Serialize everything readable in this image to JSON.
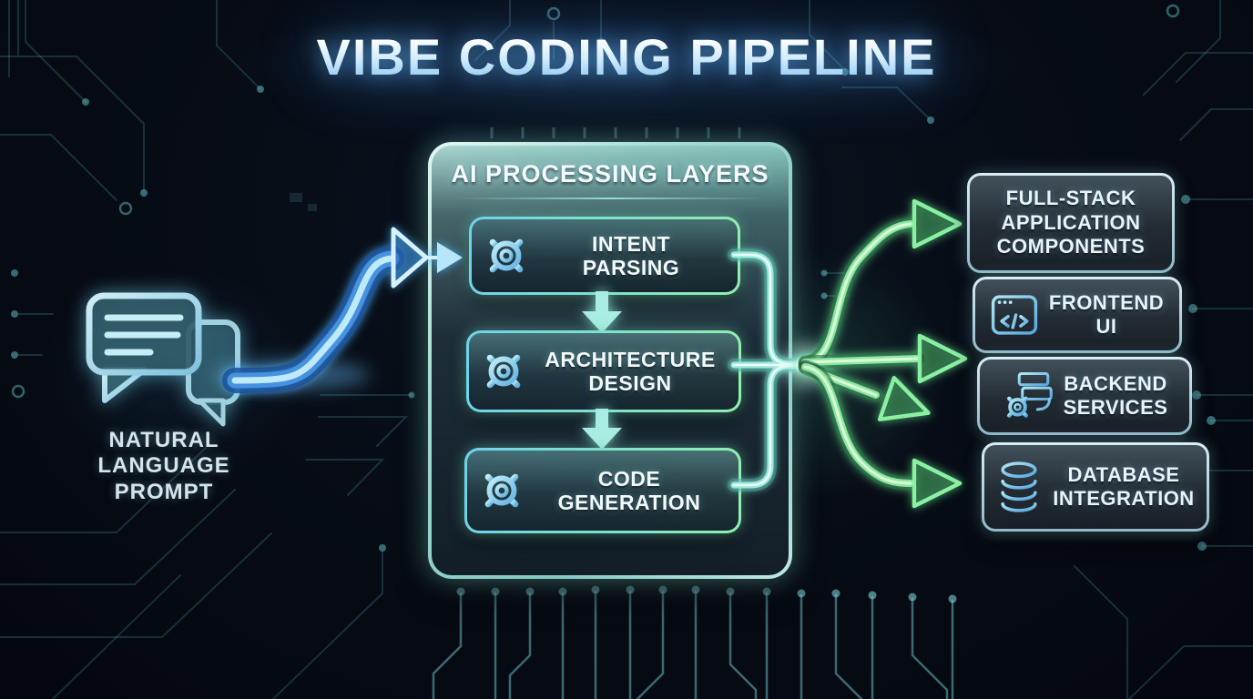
{
  "title": "VIBE CODING PIPELINE",
  "input": {
    "icon": "chat-bubbles-icon",
    "label": "NATURAL\nLANGUAGE\nPROMPT"
  },
  "panel": {
    "header": "AI PROCESSING LAYERS",
    "layers": [
      {
        "icon": "gear-icon",
        "label": "INTENT\nPARSING"
      },
      {
        "icon": "gear-icon",
        "label": "ARCHITECTURE\nDESIGN"
      },
      {
        "icon": "gear-icon",
        "label": "CODE\nGENERATION"
      }
    ]
  },
  "outputs": [
    {
      "icon": "none",
      "label": "FULL-STACK\nAPPLICATION\nCOMPONENTS"
    },
    {
      "icon": "browser-code-icon",
      "label": "FRONTEND\nUI"
    },
    {
      "icon": "server-gear-icon",
      "label": "BACKEND\nSERVICES"
    },
    {
      "icon": "database-icon",
      "label": "DATABASE\nINTEGRATION"
    }
  ],
  "colors": {
    "background": "#060b13",
    "accent_cyan": "#7fd4ea",
    "accent_green": "#8df0a8",
    "arrow_blue": "#4aa3e8",
    "text": "#eef8fc",
    "circuit_trace": "#4d9eaa"
  }
}
